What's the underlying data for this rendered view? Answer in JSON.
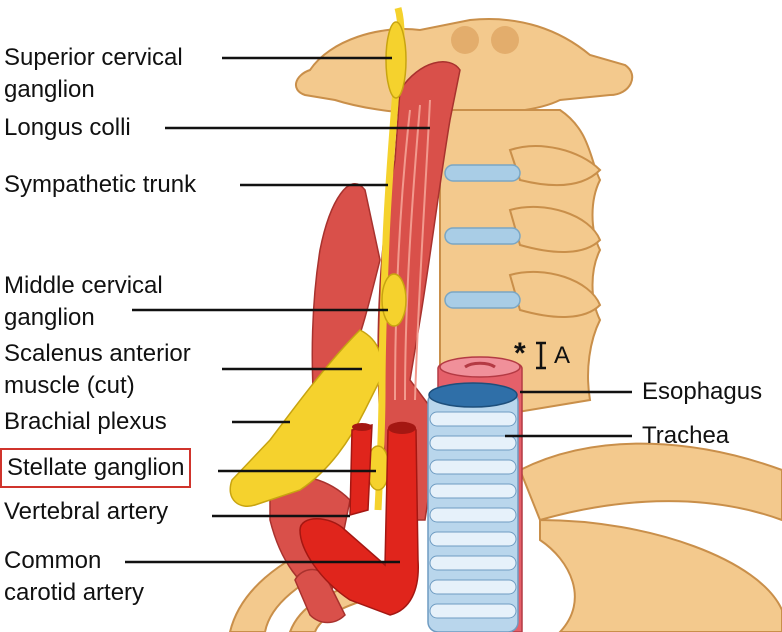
{
  "labels": {
    "superior_cervical": "Superior cervical\nganglion",
    "longus_colli": "Longus colli",
    "sympathetic_trunk": "Sympathetic trunk",
    "middle_cervical": "Middle cervical\nganglion",
    "scalenus": "Scalenus anterior\nmuscle (cut)",
    "brachial_plexus": "Brachial plexus",
    "stellate": "Stellate ganglion",
    "vertebral": "Vertebral artery",
    "carotid": "Common\ncarotid artery",
    "esophagus": "Esophagus",
    "trachea": "Trachea",
    "asterisk": "*",
    "a_marker": "A"
  },
  "highlight": {
    "label": "stellate",
    "color": "#d0342c"
  },
  "colors": {
    "bone": "#f3c98d",
    "bone_edge": "#c98f4a",
    "disc": "#a9cde6",
    "muscle": "#d9504a",
    "nerve": "#f5d22d",
    "artery": "#e0251c",
    "esophagus": "#e5606a",
    "trachea_ring": "#d7e8f5"
  }
}
